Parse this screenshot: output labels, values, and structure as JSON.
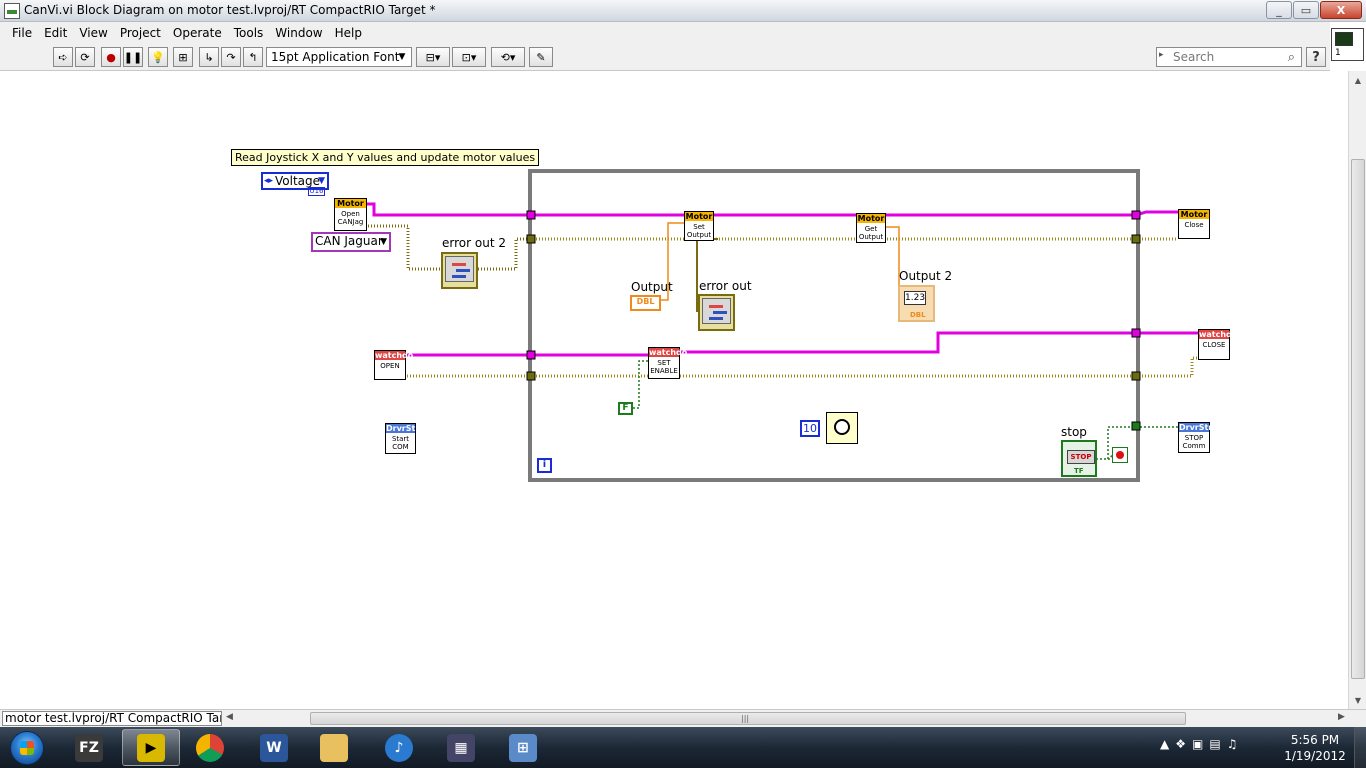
{
  "window": {
    "title": "CanVi.vi Block Diagram on motor test.lvproj/RT CompactRIO Target *",
    "buttons": {
      "minimize": "_",
      "maximize": "▭",
      "close": "X"
    }
  },
  "menu": [
    "File",
    "Edit",
    "View",
    "Project",
    "Operate",
    "Tools",
    "Window",
    "Help"
  ],
  "toolbar": {
    "font": "15pt Application Font",
    "search_placeholder": "Search",
    "help": "?"
  },
  "diagram": {
    "comment": "Read Joystick X and Y values and update motor values",
    "voltage_ring": "Voltage",
    "can_ring": "CAN Jaguar",
    "motor_open": {
      "header": "Motor",
      "body": "Open\nCANJag"
    },
    "motor_set": {
      "header": "Motor",
      "body": "Set\nOutput"
    },
    "motor_get": {
      "header": "Motor",
      "body": "Get\nOutput"
    },
    "motor_close": {
      "header": "Motor",
      "body": "Close"
    },
    "watchdog_open": {
      "header": "watchdo",
      "body": "OPEN"
    },
    "watchdog_set": {
      "header": "watchdo",
      "body": "SET\nENABLE"
    },
    "watchdog_close": {
      "header": "watchdo",
      "body": "CLOSE"
    },
    "drvr_start": {
      "header": "DrvrStn",
      "body": "Start\nCOM"
    },
    "drvr_stop": {
      "header": "DrvrStn",
      "body": "STOP\nComm"
    },
    "label_error_out_2": "error out 2",
    "label_error_out": "error out",
    "label_output": "Output",
    "label_output_2": "Output 2",
    "label_stop": "stop",
    "output2_value": "1.23",
    "dbl_tag": "DBL",
    "wait_constant": "10",
    "bool_constant": "F",
    "iter_terminal": "i",
    "stop_btn": "STOP",
    "tf_tag": "TF"
  },
  "statusbar": {
    "path": "motor test.lvproj/RT CompactRIO Target"
  },
  "taskbar": {
    "clock_time": "5:56 PM",
    "clock_date": "1/19/2012"
  }
}
